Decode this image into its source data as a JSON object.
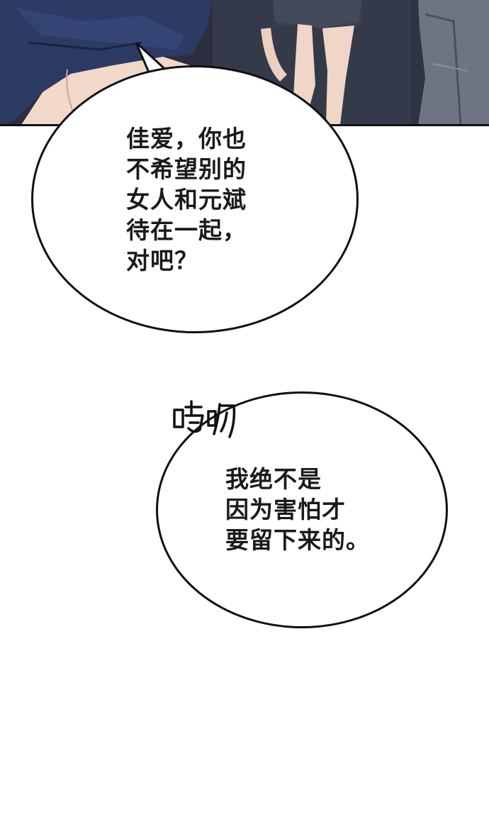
{
  "bubbles": [
    {
      "lines": [
        "佳爱，你也",
        "不希望别的",
        "女人和元斌",
        "待在一起，",
        "对吧？"
      ]
    },
    {
      "lines": [
        "我绝不是",
        "因为害怕才",
        "要留下来的。"
      ]
    }
  ],
  "sfx": {
    "text": "嘭叨"
  },
  "colors": {
    "panel_bg": "#2a2e3c",
    "ink": "#111111",
    "skin": "#f2d8c8",
    "denim": "#2c3a64"
  }
}
